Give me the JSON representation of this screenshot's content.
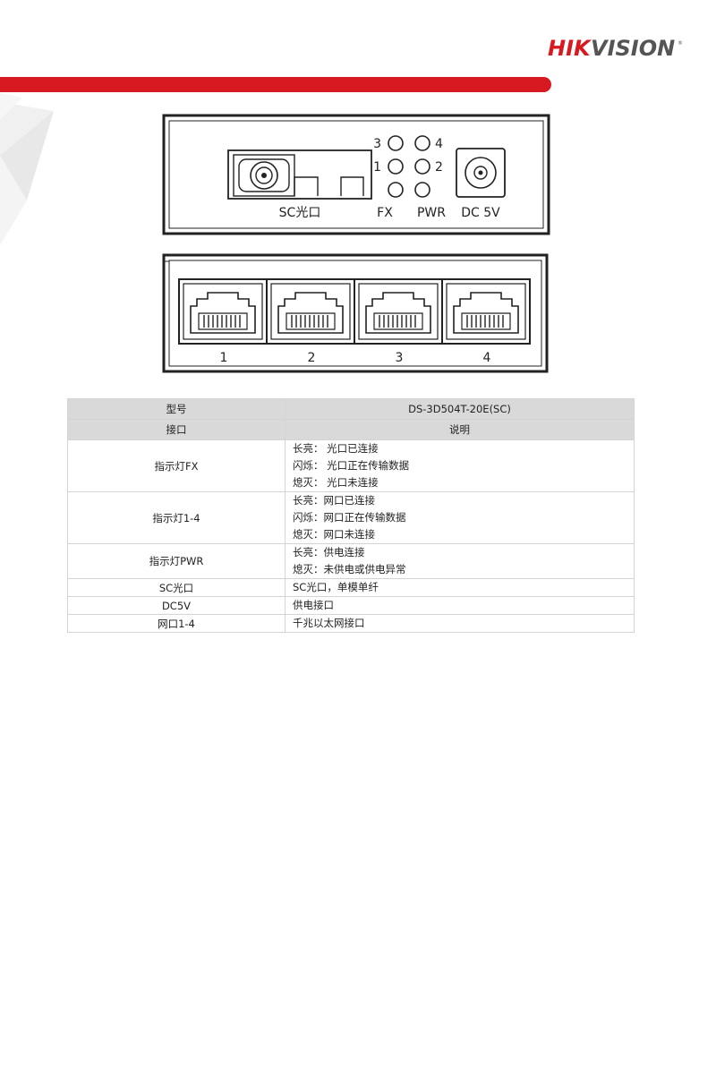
{
  "brand": {
    "logo_text": "HIKVISION",
    "accent_color": "#d71a21"
  },
  "front_panel": {
    "led_labels": [
      "3",
      "4",
      "1",
      "2"
    ],
    "sc_label": "SC光口",
    "fx_label": "FX",
    "pwr_label": "PWR",
    "dc_label": "DC 5V"
  },
  "back_panel": {
    "port_labels": [
      "1",
      "2",
      "3",
      "4"
    ]
  },
  "table": {
    "model_label": "型号",
    "model_value": "DS-3D504T-20E(SC)",
    "col1_header": "接口",
    "col2_header": "说明",
    "rows": [
      {
        "name": "指示灯FX",
        "lines": [
          "长亮： 光口已连接",
          "闪烁： 光口正在传输数据",
          "熄灭： 光口未连接"
        ]
      },
      {
        "name": "指示灯1-4",
        "lines": [
          "长亮：网口已连接",
          "闪烁：网口正在传输数据",
          "熄灭：网口未连接"
        ]
      },
      {
        "name": "指示灯PWR",
        "lines": [
          "长亮：供电连接",
          "熄灭：未供电或供电异常"
        ]
      },
      {
        "name": "SC光口",
        "lines": [
          "SC光口，单模单纤"
        ]
      },
      {
        "name": "DC5V",
        "lines": [
          "供电接口"
        ]
      },
      {
        "name": "网口1-4",
        "lines": [
          "千兆以太网接口"
        ]
      }
    ]
  }
}
